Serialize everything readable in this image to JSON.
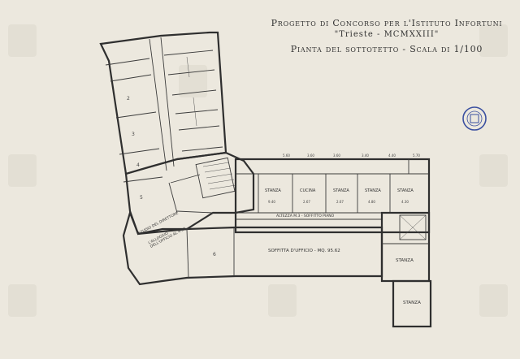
{
  "title": {
    "line1": "Progetto di Concorso per l'Istituto Infortuni",
    "line2": "\"Trieste - MCMXXIII\"",
    "line3": "Pianta del sottotetto - Scala di 1/100"
  },
  "rooms": {
    "stanza_1": "STANZA",
    "cucina": "CUCINA",
    "stanza_2": "STANZA",
    "stanza_3": "STANZA",
    "stanza_4": "STANZA",
    "altezza": "ALTEZZA M.3 - SOFFITTO PIANO",
    "soffitta": "SOFFITTA D'UFFICIO - MQ. 95.62",
    "stanza_east": "STANZA",
    "stanza_south": "STANZA",
    "studio": "STUDIO DEL DIRETTORE",
    "annex": "L'ALLOGGIO DELL'UFFICIO AL 4.50"
  },
  "dimensions": {
    "top_row": [
      "5.60",
      "3.60",
      "3.60",
      "3.40",
      "4.40",
      "5.70"
    ],
    "room_sizes": [
      "9.40",
      "2.67",
      "2.67",
      "4.80",
      "4.30"
    ]
  },
  "wing_numbers": [
    "2",
    "3",
    "4",
    "5",
    "6"
  ],
  "colors": {
    "paper": "#ece8de",
    "ink": "#2f2f2f",
    "stamp": "#3a4fa0"
  }
}
